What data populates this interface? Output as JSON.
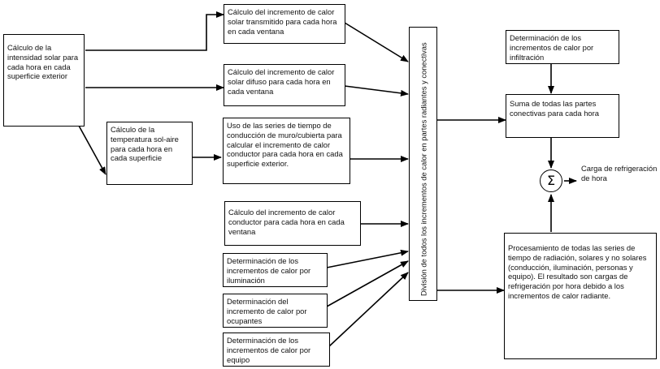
{
  "diagram": {
    "nodes": {
      "solar_intensity": "Cálculo de la intensidad solar para cada hora en cada superficie exterior",
      "sol_air_temp": "Cálculo de la temperatura sol-aire para cada hora en cada superficie",
      "transmitted_solar": "Cálculo del incremento de calor solar transmitido para cada hora en cada ventana",
      "diffuse_solar": "Cálculo del incremento de calor solar difuso para cada hora en cada ventana",
      "wall_conduction": "Uso de las series de tiempo de conducción de muro/cubierta para calcular el incremento de calor conductor para cada hora en cada superficie exterior.",
      "window_conduction": "Cálculo del incremento de calor conductor para cada hora en cada ventana",
      "lighting": "Determinación de los incrementos de calor por iluminación",
      "occupants": "Determinación del incremento de calor por ocupantes",
      "equipment": "Determinación de los incrementos de calor por equipo",
      "split": "División de todos los incrementos de calor en partes radiantes y conectivas",
      "infiltration": "Determinación de los incrementos de calor por infiltración",
      "convective_sum": "Suma de todas las partes conectivas para cada hora",
      "radiant_processing": "Procesamiento de todas las series de tiempo de radiación, solares y no solares (conducción, iluminación, personas y equipo). El resultado son cargas de refrigeración por hora debido a los incrementos de calor radiante."
    },
    "sum_symbol": "Σ",
    "output_label": "Carga de refrigeración de hora"
  }
}
